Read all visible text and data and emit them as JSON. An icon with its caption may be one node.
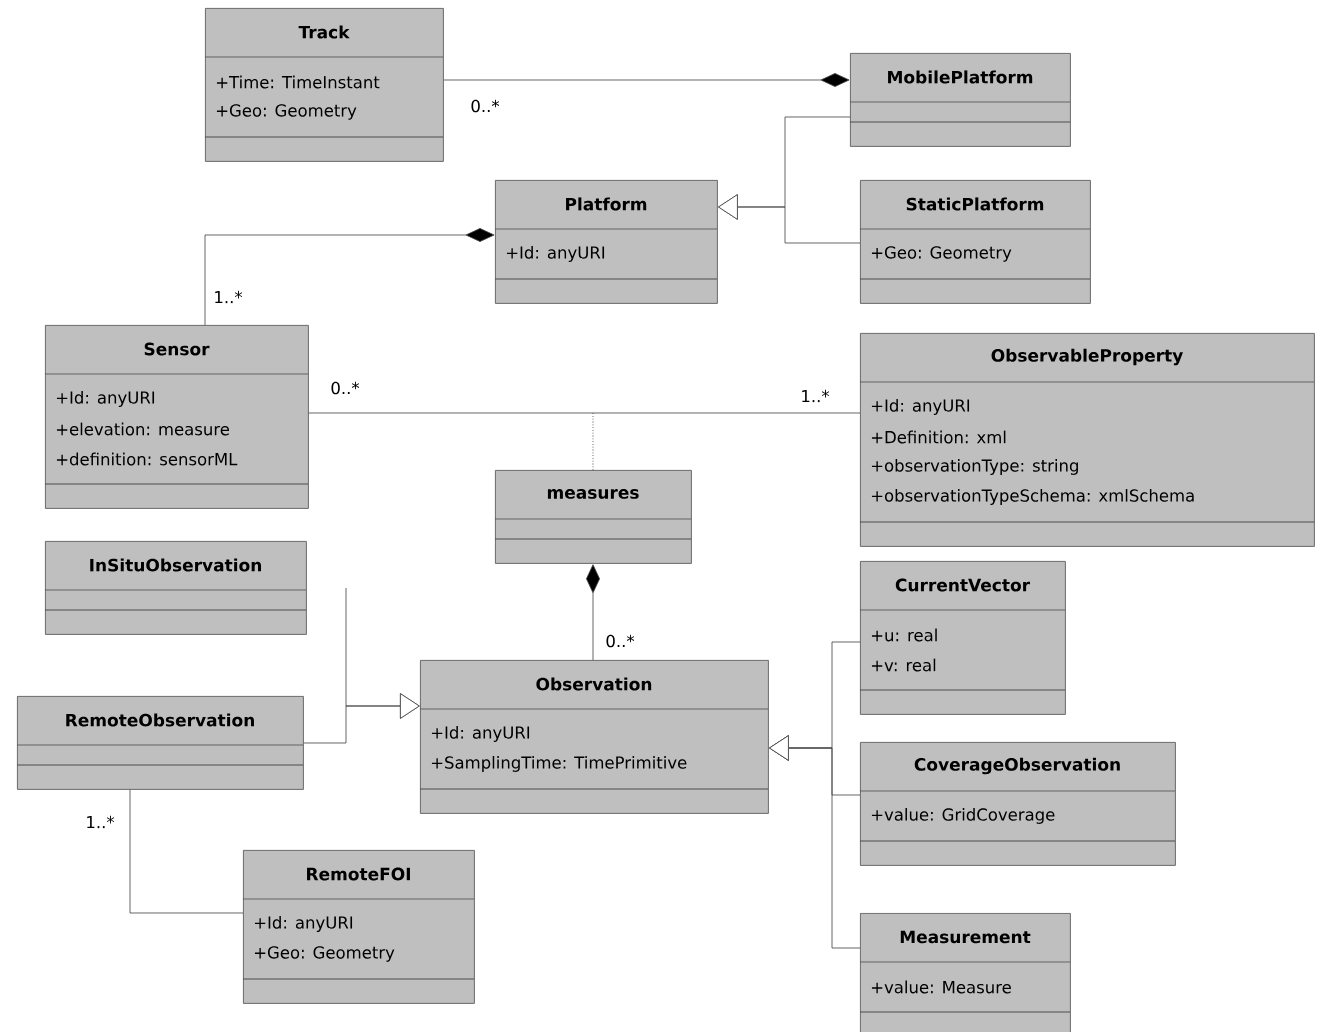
{
  "diagram": {
    "nodes": [
      {
        "text": [
          "Track",
          "+Time: TimeInstant",
          "+Geo: Geometry"
        ]
      },
      {
        "text": [
          "MobilePlatform"
        ]
      },
      {
        "text": [
          "Platform",
          "+Id: anyURI"
        ]
      },
      {
        "text": [
          "StaticPlatform",
          "+Geo: Geometry"
        ]
      },
      {
        "text": [
          "Sensor",
          "+Id: anyURI",
          "+elevation: measure",
          "+definition: sensorML"
        ]
      },
      {
        "text": [
          "ObservableProperty",
          "+Id: anyURI",
          "+Definition: xml",
          "+observationType: string",
          "+observationTypeSchema: xmlSchema"
        ]
      },
      {
        "text": [
          "measures"
        ]
      },
      {
        "text": [
          "InSituObservation"
        ]
      },
      {
        "text": [
          "CurrentVector",
          "+u: real",
          "+v: real"
        ]
      },
      {
        "text": [
          "RemoteObservation"
        ]
      },
      {
        "text": [
          "Observation",
          "+Id: anyURI",
          "+SamplingTime: TimePrimitive"
        ]
      },
      {
        "text": [
          "CoverageObservation",
          "+value: GridCoverage"
        ]
      },
      {
        "text": [
          "RemoteFOI",
          "+Id: anyURI",
          "+Geo: Geometry"
        ]
      },
      {
        "text": [
          "Measurement",
          "+value: Measure"
        ]
      }
    ],
    "edges": [
      {
        "from": 0,
        "to": 1,
        "arrow": "other",
        "label": "0..*"
      },
      {
        "from": 1,
        "to": 2,
        "arrow": "to"
      },
      {
        "from": 3,
        "to": 2,
        "arrow": "to"
      },
      {
        "from": 4,
        "to": 2,
        "arrow": "other",
        "label": "1..*"
      },
      {
        "from": 4,
        "to": 5,
        "arrow": "none",
        "label": "0..*"
      },
      {
        "from": 6,
        "to": null,
        "arrow": "none",
        "style": "dashed"
      },
      {
        "from": 10,
        "to": 6,
        "arrow": "other",
        "label": "0..*"
      },
      {
        "from": null,
        "to": 10,
        "arrow": "to"
      },
      {
        "from": 9,
        "to": 10,
        "arrow": "to"
      },
      {
        "from": 8,
        "to": 10,
        "arrow": "to"
      },
      {
        "from": 11,
        "to": 10,
        "arrow": "to"
      },
      {
        "from": 13,
        "to": 10,
        "arrow": "to"
      },
      {
        "from": 9,
        "to": 12,
        "arrow": "none",
        "label": "1..*"
      }
    ],
    "labels": [
      "1..*"
    ]
  }
}
